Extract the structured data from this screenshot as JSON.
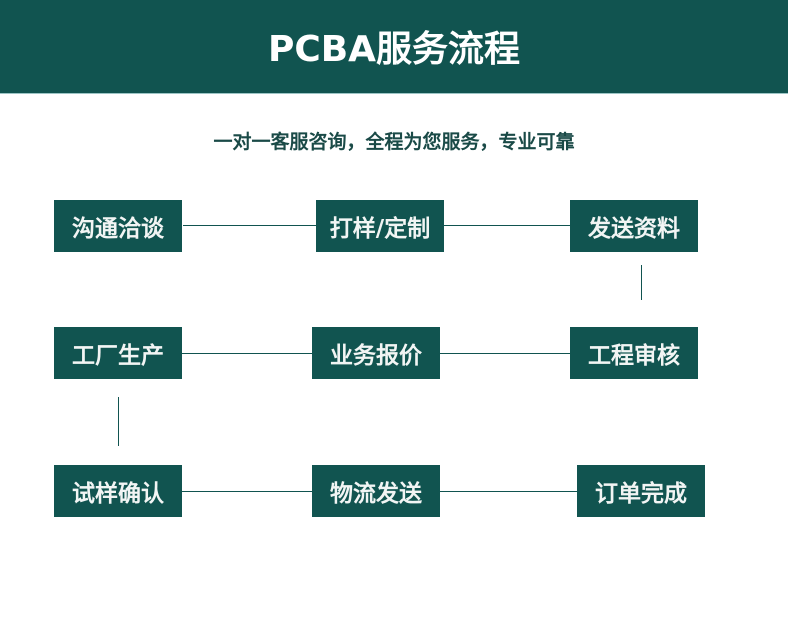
{
  "title": "PCBA服务流程",
  "subtitle": "一对一客服咨询，全程为您服务，专业可靠",
  "steps": [
    "沟通洽谈",
    "打样/定制",
    "发送资料",
    "工程审核",
    "业务报价",
    "工厂生产",
    "试样确认",
    "物流发送",
    "订单完成"
  ],
  "colors": {
    "primary": "#115450"
  }
}
